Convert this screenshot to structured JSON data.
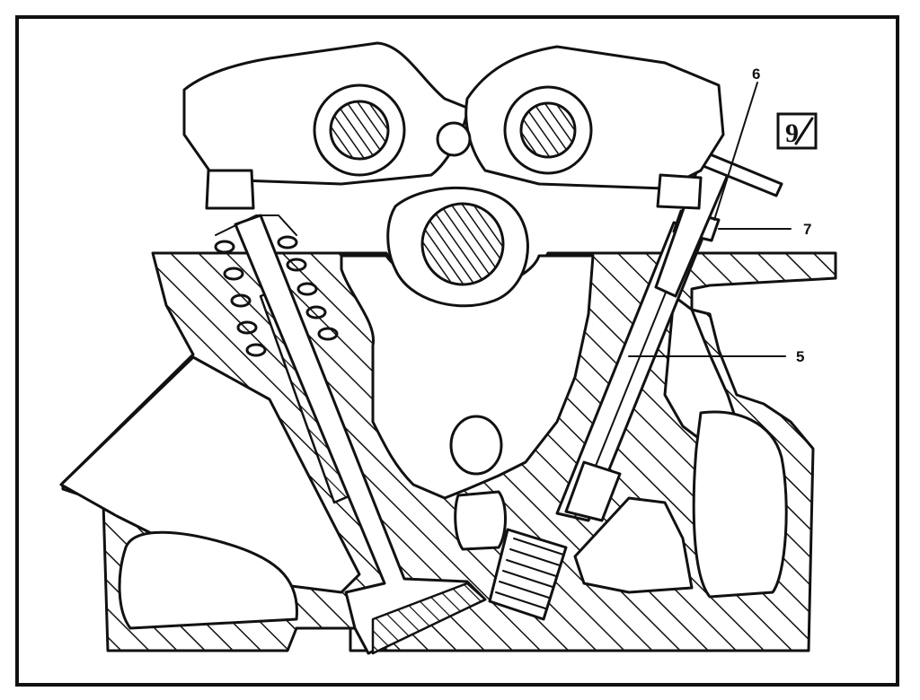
{
  "callouts": [
    {
      "id": "6",
      "label": "6"
    },
    {
      "id": "7",
      "label": "7"
    },
    {
      "id": "5",
      "label": "5"
    }
  ],
  "symbol": {
    "text": "9",
    "icon": "special-tool-symbol-icon"
  },
  "colors": {
    "ink": "#111111",
    "paper": "#ffffff"
  }
}
